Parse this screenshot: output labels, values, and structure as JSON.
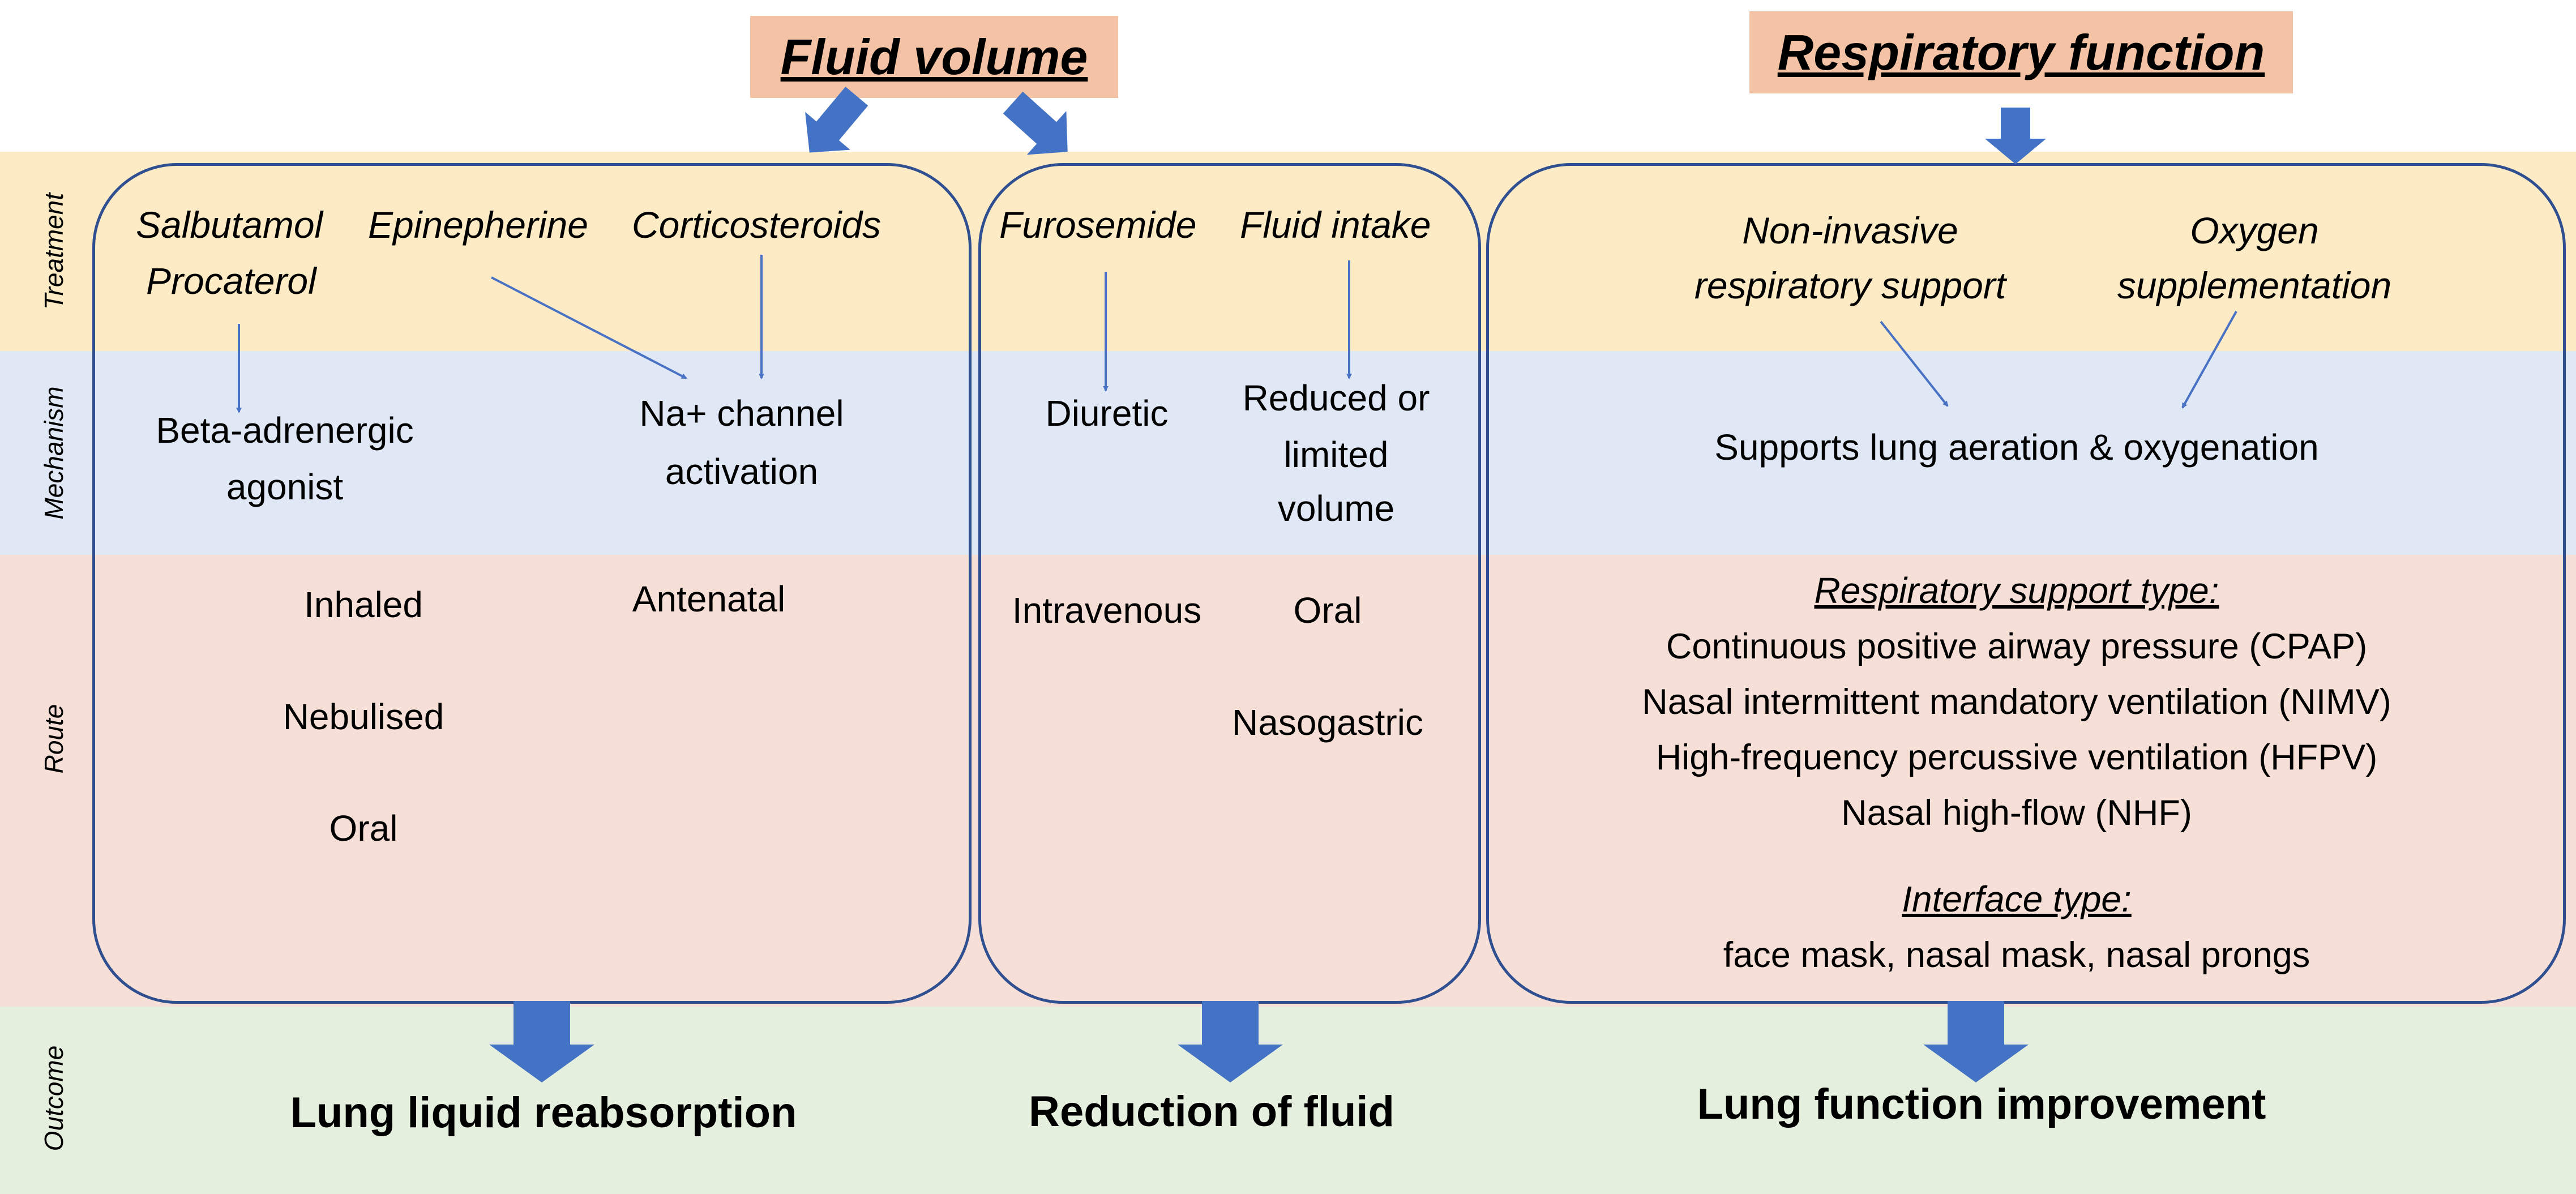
{
  "headers": {
    "fluid_volume": "Fluid volume",
    "respiratory_function": "Respiratory function"
  },
  "bands": {
    "treatment": "Treatment",
    "mechanism": "Mechanism",
    "route": "Route",
    "outcome": "Outcome"
  },
  "group1": {
    "treatments": [
      "Salbutamol",
      "Procaterol",
      "Epinepherine",
      "Corticosteroids"
    ],
    "mechanisms": {
      "beta": [
        "Beta-adrenergic",
        "agonist"
      ],
      "na": [
        "Na+ channel",
        "activation"
      ]
    },
    "routes": [
      "Inhaled",
      "Nebulised",
      "Oral",
      "Antenatal"
    ],
    "outcome": "Lung liquid reabsorption"
  },
  "group2": {
    "treatments": [
      "Furosemide",
      "Fluid intake"
    ],
    "mechanisms": {
      "diuretic": "Diuretic",
      "reduced": [
        "Reduced or",
        "limited",
        "volume"
      ]
    },
    "routes": [
      "Intravenous",
      "Oral",
      "Nasogastric"
    ],
    "outcome": "Reduction of fluid"
  },
  "group3": {
    "treatments": {
      "niv": [
        "Non-invasive",
        "respiratory support"
      ],
      "oxygen": [
        "Oxygen",
        "supplementation"
      ]
    },
    "mechanism": "Supports lung aeration & oxygenation",
    "support_heading": "Respiratory support type:",
    "support_types": [
      "Continuous positive airway pressure (CPAP)",
      "Nasal intermittent mandatory ventilation (NIMV)",
      "High-frequency percussive ventilation (HFPV)",
      "Nasal high-flow (NHF)"
    ],
    "interface_heading": "Interface type:",
    "interface_types": "face mask, nasal mask, nasal prongs",
    "outcome": "Lung function improvement"
  },
  "colors": {
    "treatment_band": "#fcebc4",
    "mechanism_band": "#dfe8f4",
    "route_band": "#f6dfd6",
    "outcome_band": "#e5efdd",
    "header_fill": "#f4c3a5",
    "box_stroke": "#2f4f91",
    "arrow_fill": "#4472c4",
    "thin_arrow": "#4a72c4"
  }
}
